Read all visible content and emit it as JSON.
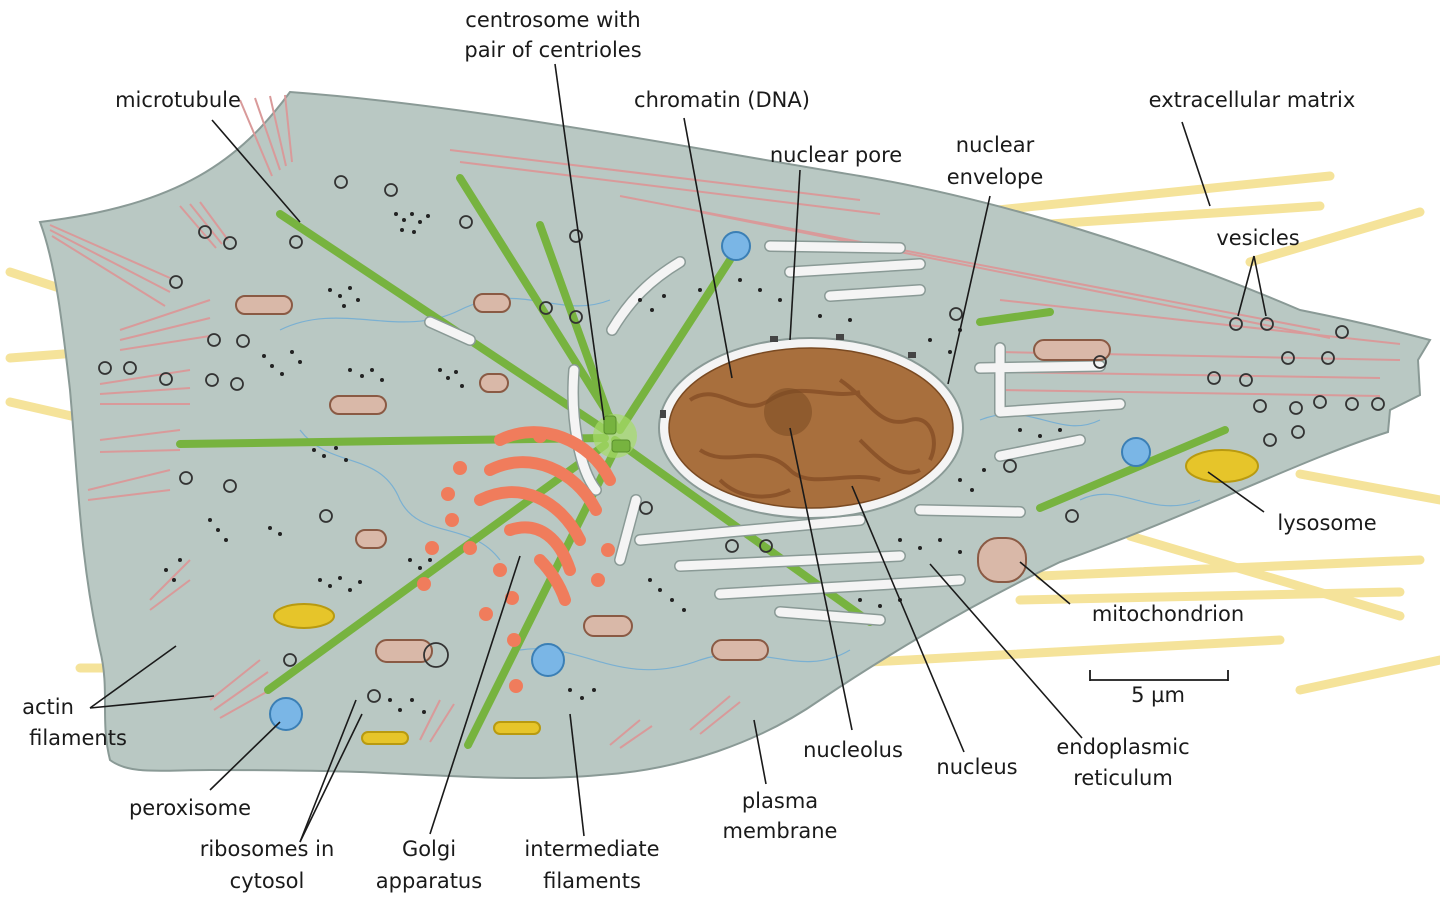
{
  "labels": {
    "centrosome_1": "centrosome with",
    "centrosome_2": "pair of centrioles",
    "microtubule": "microtubule",
    "chromatin": "chromatin (DNA)",
    "extracellular_matrix": "extracellular matrix",
    "nuclear_pore": "nuclear pore",
    "nuclear_envelope_1": "nuclear",
    "nuclear_envelope_2": "envelope",
    "vesicles": "vesicles",
    "lysosome": "lysosome",
    "mitochondrion": "mitochondrion",
    "scale": "5 µm",
    "actin_1": "actin",
    "actin_2": "filaments",
    "peroxisome": "peroxisome",
    "ribosomes_1": "ribosomes in",
    "ribosomes_2": "cytosol",
    "golgi_1": "Golgi",
    "golgi_2": "apparatus",
    "intermediate_1": "intermediate",
    "intermediate_2": "filaments",
    "plasma_1": "plasma",
    "plasma_2": "membrane",
    "nucleolus": "nucleolus",
    "nucleus": "nucleus",
    "er_1": "endoplasmic",
    "er_2": "reticulum"
  },
  "colors": {
    "cytoplasm": "#b9c8c3",
    "membrane": "#8a9a96",
    "microtubule": "#77b33f",
    "nucleus": "#a86f3d",
    "chromatin": "#8a5229",
    "golgi": "#f07c5c",
    "matrix": "#f5e39a",
    "actin": "#d99a9a",
    "er": "#f4f4f4",
    "peroxisome": "#7ab6e6",
    "lysosome": "#e6c52a",
    "ribosome": "#222222"
  }
}
